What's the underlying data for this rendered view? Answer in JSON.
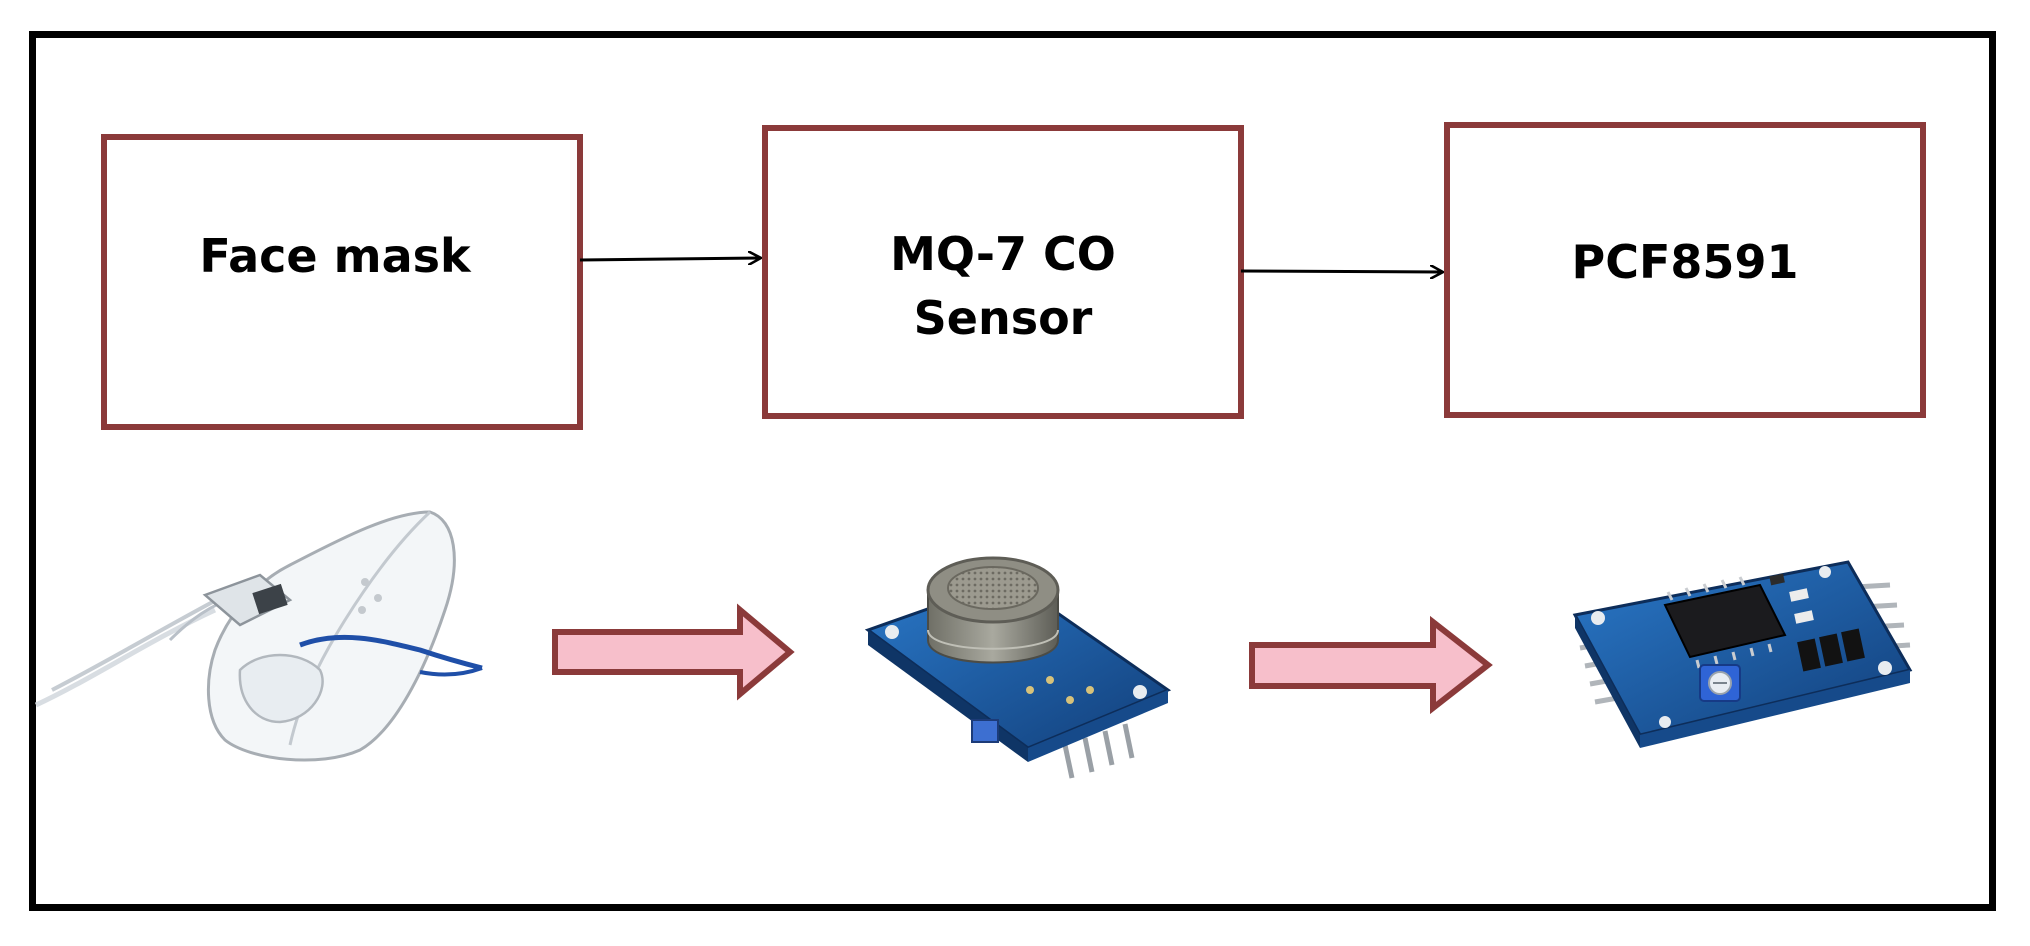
{
  "blocks": [
    {
      "id": "face-mask",
      "label_lines": [
        "Face mask"
      ]
    },
    {
      "id": "mq7-sensor",
      "label_lines": [
        "MQ-7 CO",
        "Sensor"
      ]
    },
    {
      "id": "pcf8591",
      "label_lines": [
        "PCF8591"
      ]
    }
  ],
  "colors": {
    "block_border": "#8b3a3a",
    "arrow_line": "#000000",
    "big_arrow_fill": "#f7bfcb",
    "big_arrow_stroke": "#8b3a3a",
    "frame": "#000000",
    "pcb_blue": "#1d5fa8",
    "sensor_gray": "#8a8a80"
  }
}
